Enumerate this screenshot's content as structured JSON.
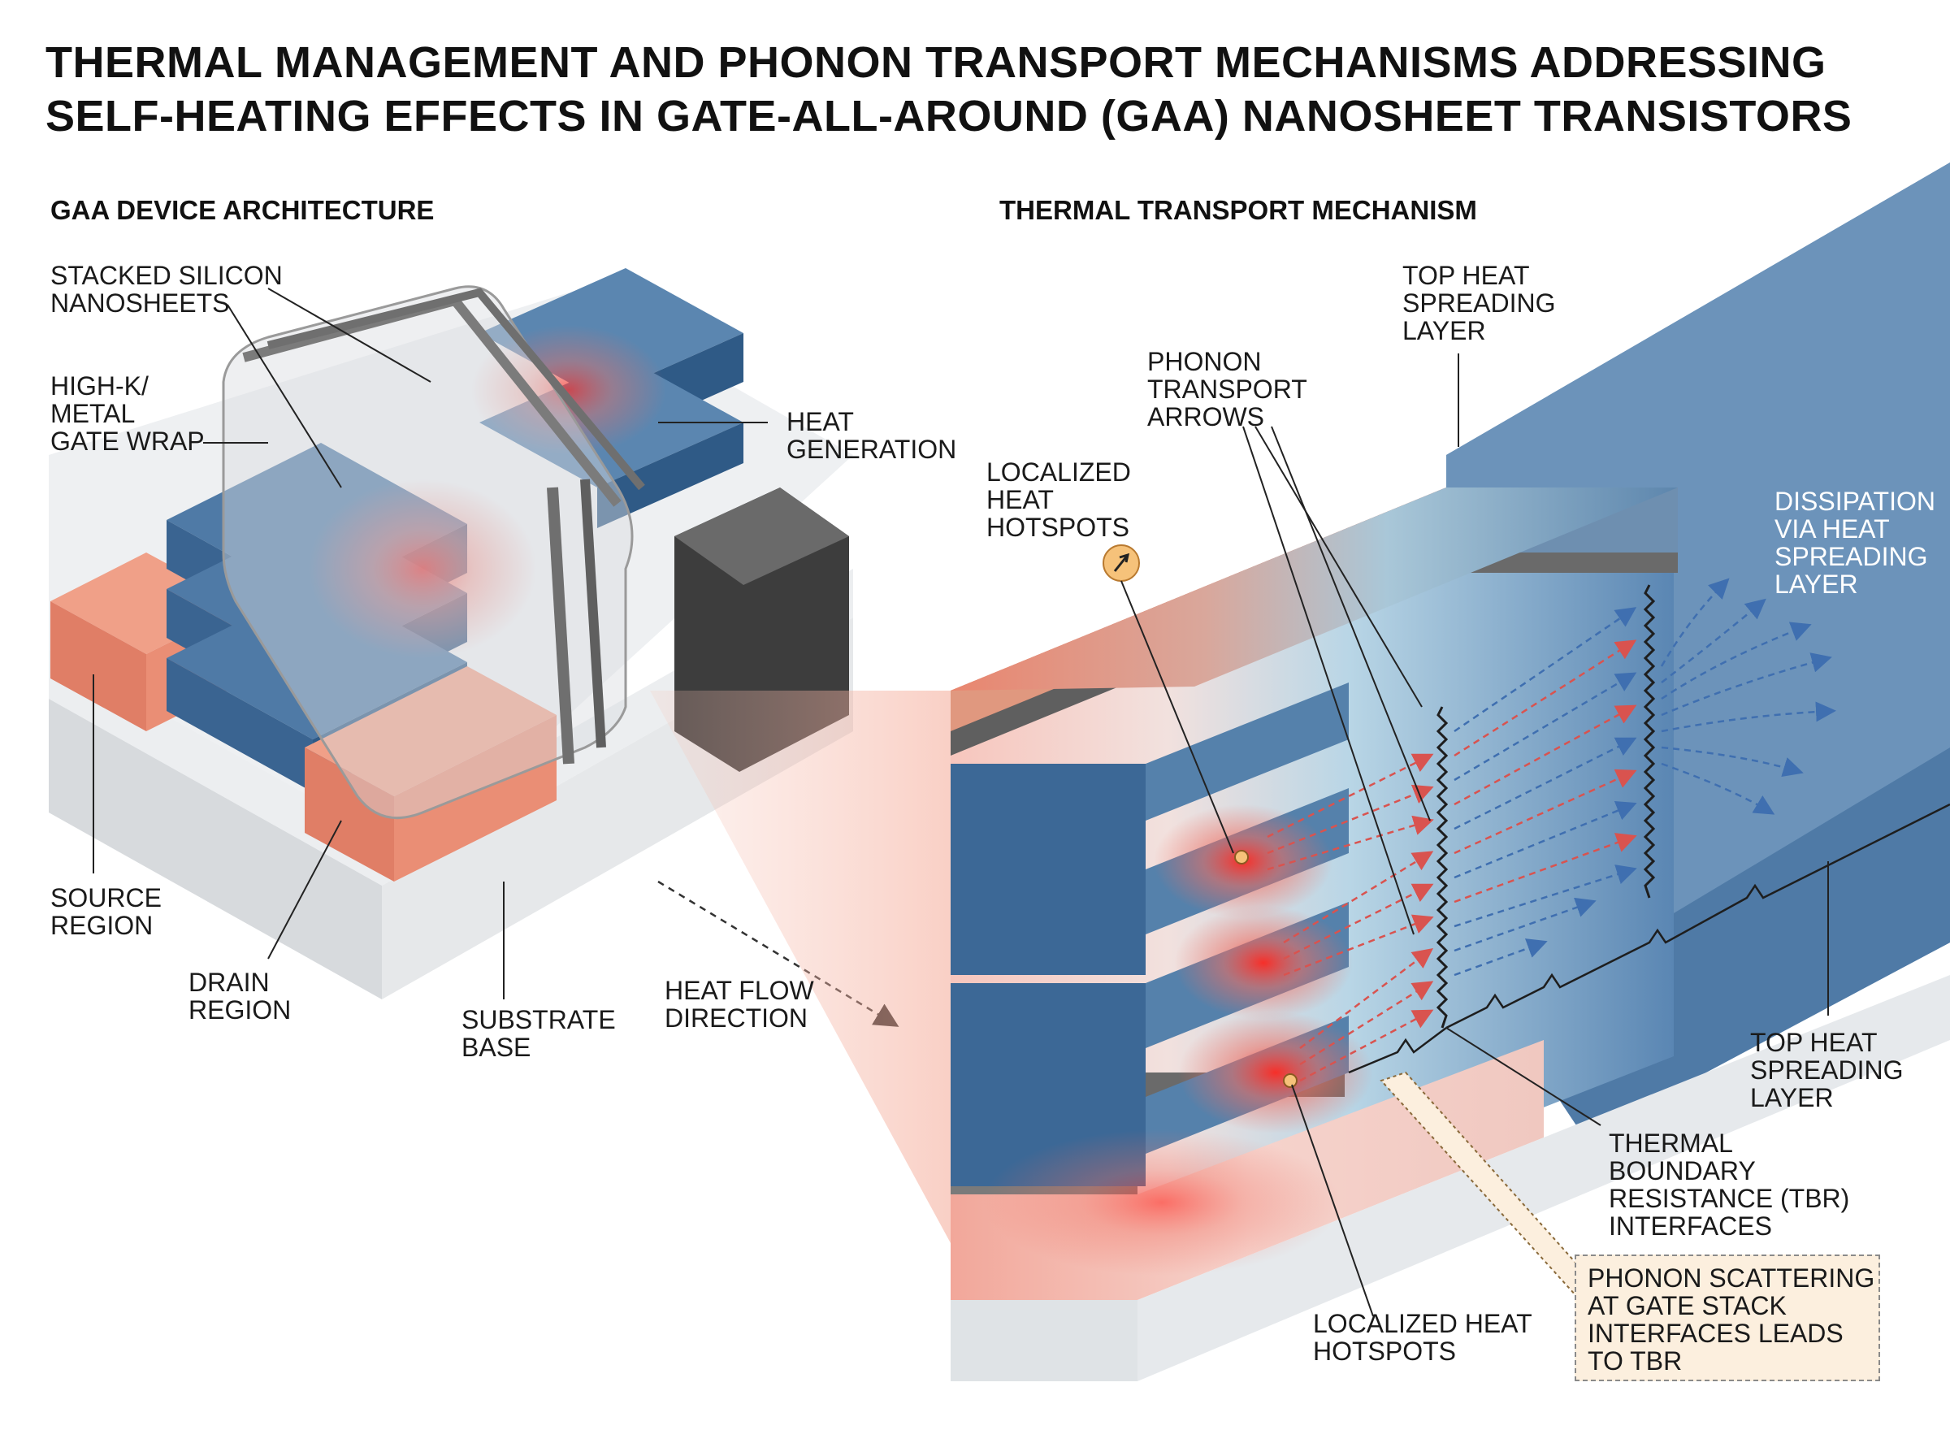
{
  "title": {
    "line1": "THERMAL MANAGEMENT AND PHONON TRANSPORT MECHANISMS ADDRESSING",
    "line2": "SELF-HEATING EFFECTS IN GATE-ALL-AROUND (GAA) NANOSHEET TRANSISTORS"
  },
  "left_panel": {
    "heading": "GAA DEVICE ARCHITECTURE",
    "labels": {
      "stacked": [
        "STACKED SILICON",
        "NANOSHEETS"
      ],
      "gate": [
        "HIGH-K/",
        "METAL",
        "GATE WRAP"
      ],
      "heat_gen": [
        "HEAT",
        "GENERATION"
      ],
      "source": [
        "SOURCE",
        "REGION"
      ],
      "drain": [
        "DRAIN",
        "REGION"
      ],
      "substrate": [
        "SUBSTRATE",
        "BASE"
      ],
      "heat_flow": [
        "HEAT FLOW",
        "DIRECTION"
      ]
    }
  },
  "right_panel": {
    "heading": "THERMAL TRANSPORT MECHANISM",
    "labels": {
      "top_heat_1": [
        "TOP HEAT",
        "SPREADING",
        "LAYER"
      ],
      "phonon_arrows": [
        "PHONON",
        "TRANSPORT",
        "ARROWS"
      ],
      "hotspots_1": [
        "LOCALIZED",
        "HEAT",
        "HOTSPOTS"
      ],
      "dissipation": [
        "DISSIPATION",
        "VIA HEAT",
        "SPREADING",
        "LAYER"
      ],
      "top_heat_2": [
        "TOP HEAT",
        "SPREADING",
        "LAYER"
      ],
      "tbr": [
        "THERMAL",
        "BOUNDARY",
        "RESISTANCE (TBR)",
        "INTERFACES"
      ],
      "hotspots_2": [
        "LOCALIZED HEAT",
        "HOTSPOTS"
      ],
      "scatter_note": [
        "PHONON SCATTERING",
        "AT GATE STACK",
        "INTERFACES LEADS",
        "TO TBR"
      ]
    }
  },
  "colors": {
    "nanosheet_blue": "#3f6a99",
    "heat_red": "#f0483e",
    "source_drain_orange": "#e8876a",
    "gate_grey": "#8a8a8a",
    "substrate_grey": "#e2e4e6",
    "phonon_red_arrow": "#d9534f",
    "phonon_blue_arrow": "#3f6fb0",
    "note_fill": "#fcefde"
  }
}
